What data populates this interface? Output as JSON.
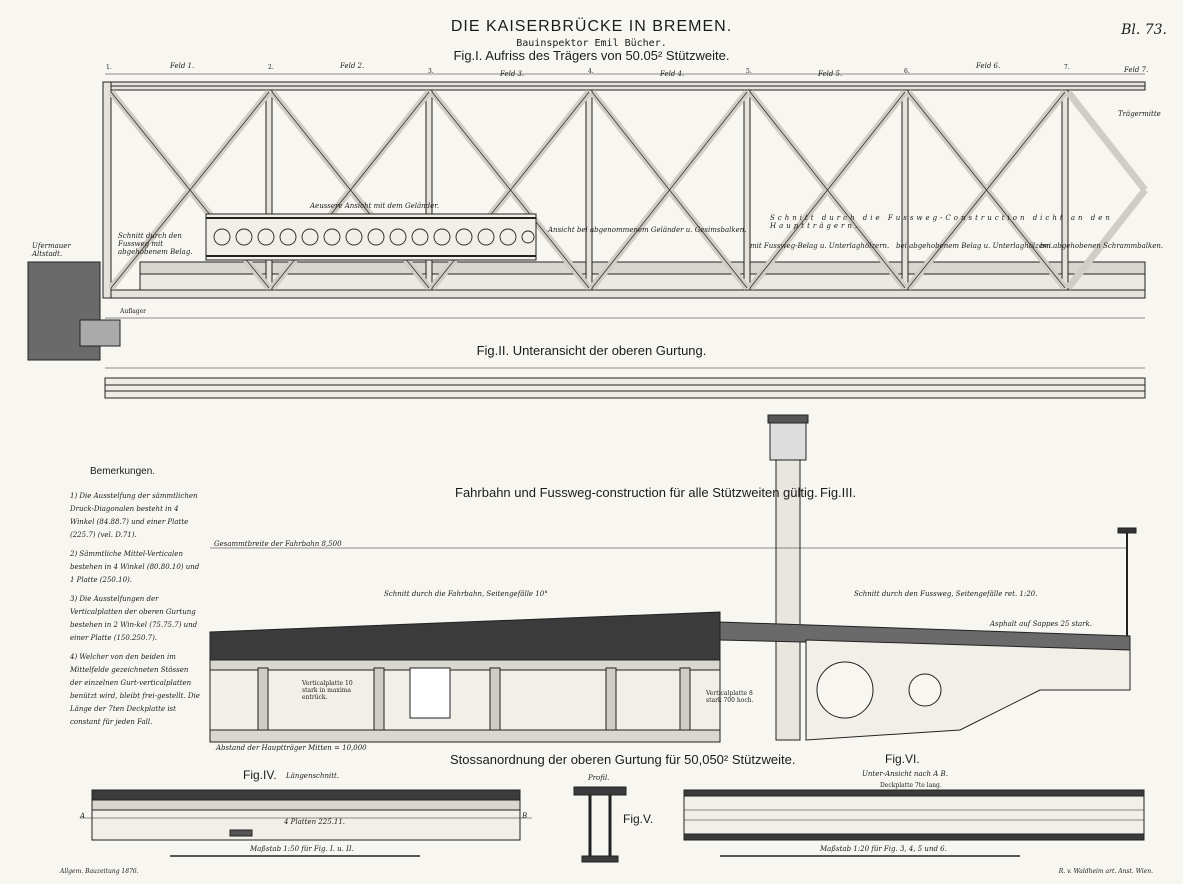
{
  "header": {
    "title": "DIE KAISERBRÜCKE IN BREMEN.",
    "author": "Bauinspektor Emil Bücher.",
    "fig1": "Fig.I. Aufriss des Trägers von 50.05² Stützweite.",
    "plate": "Bl. 73."
  },
  "fig1": {
    "fields": [
      "Feld 1.",
      "Feld 2.",
      "Feld 3.",
      "Feld 4.",
      "Feld 5.",
      "Feld 6.",
      "Feld 7."
    ],
    "nodes": [
      "1.",
      "2.",
      "3.",
      "4.",
      "5.",
      "6.",
      "7."
    ],
    "left_label": "Ufermauer Altstadt.",
    "right_label": "Trägermitte",
    "railing_label": "Aeussere Ansicht mit dem Geländer.",
    "section1": "Schnitt durch den Fussweg mit abgehobenem Belag.",
    "section2": "Ansicht bei abgenommenem Geländer u. Gesimsbalken.",
    "section3": "Schnitt durch die Fussweg-Construction dicht an den Hauptträgern.",
    "section4": "mit Fussweg-Belag u. Unterlaghölzern.",
    "section5": "bei abgehobenem Belag u. Unterlaghölzern.",
    "section6": "bei abgehobenen Schrammbalken.",
    "bearing": "Auflager"
  },
  "fig2": {
    "title": "Fig.II. Unteransicht der oberen Gurtung."
  },
  "remarks": {
    "title": "Bemerkungen.",
    "items": [
      "1) Die Ausstelfung der sämmtlichen Druck-Diagonalen besteht in 4 Winkel (84.88.7) und einer Platte (225.7) (vel. D.71).",
      "2) Sämmtliche Mittel-Verticalen bestehen in 4 Winkel (80.80.10) und 1 Platte (250.10).",
      "3) Die Ausstelfungen der Verticalplatten der oberen Gurtung bestehen in 2 Win-kel (75.75.7) und einer Platte (150.250.7).",
      "4) Welcher von den beiden im Mittelfelde gezeichneten Stössen der einzelnen Gurt-verticalplatten benützt wird, bleibt frei-gestellt. Die Länge der 7ten Deckplatte ist constant für jeden Fall."
    ]
  },
  "fig3": {
    "title": "Fahrbahn und Fussweg-construction für alle Stützweiten gültig.",
    "label": "Fig.III.",
    "width_label": "Gesammtbreite der Fahrbahn 8,500",
    "road_section": "Schnitt durch die Fahrbahn, Seitengefälle 10°",
    "foot_section": "Schnitt durch den Fussweg, Seitengefälle ret. 1:20.",
    "asphalt": "Asphalt auf Sappes 25 stark.",
    "spacing": "Abstand der Hauptträger Mitten = 10,000",
    "plate_a": "Verticalplatte 10 stark in maxima entrück.",
    "plate_b": "Verticalplatte 8 stark 700 hoch."
  },
  "stoss": {
    "title": "Stossanordnung der oberen Gurtung für 50,050² Stützweite."
  },
  "fig4": {
    "title": "Fig.IV.",
    "sub": "Längenschnitt.",
    "point_a": "A",
    "point_b": "B",
    "plates": "4 Platten 225.11.",
    "scale": "Maßstab 1:50 für Fig. I. u. II."
  },
  "fig5": {
    "title": "Fig.V.",
    "sub": "Profil."
  },
  "fig6": {
    "title": "Fig.VI.",
    "sub": "Unter-Ansicht nach A B.",
    "deck": "Deckplatte 7te lang.",
    "scale": "Maßstab 1:20 für Fig. 3, 4, 5 und 6."
  },
  "footer": {
    "left": "Allgem. Bauzeitung 1876.",
    "right": "R. v. Waldheim art. Anst. Wien."
  }
}
